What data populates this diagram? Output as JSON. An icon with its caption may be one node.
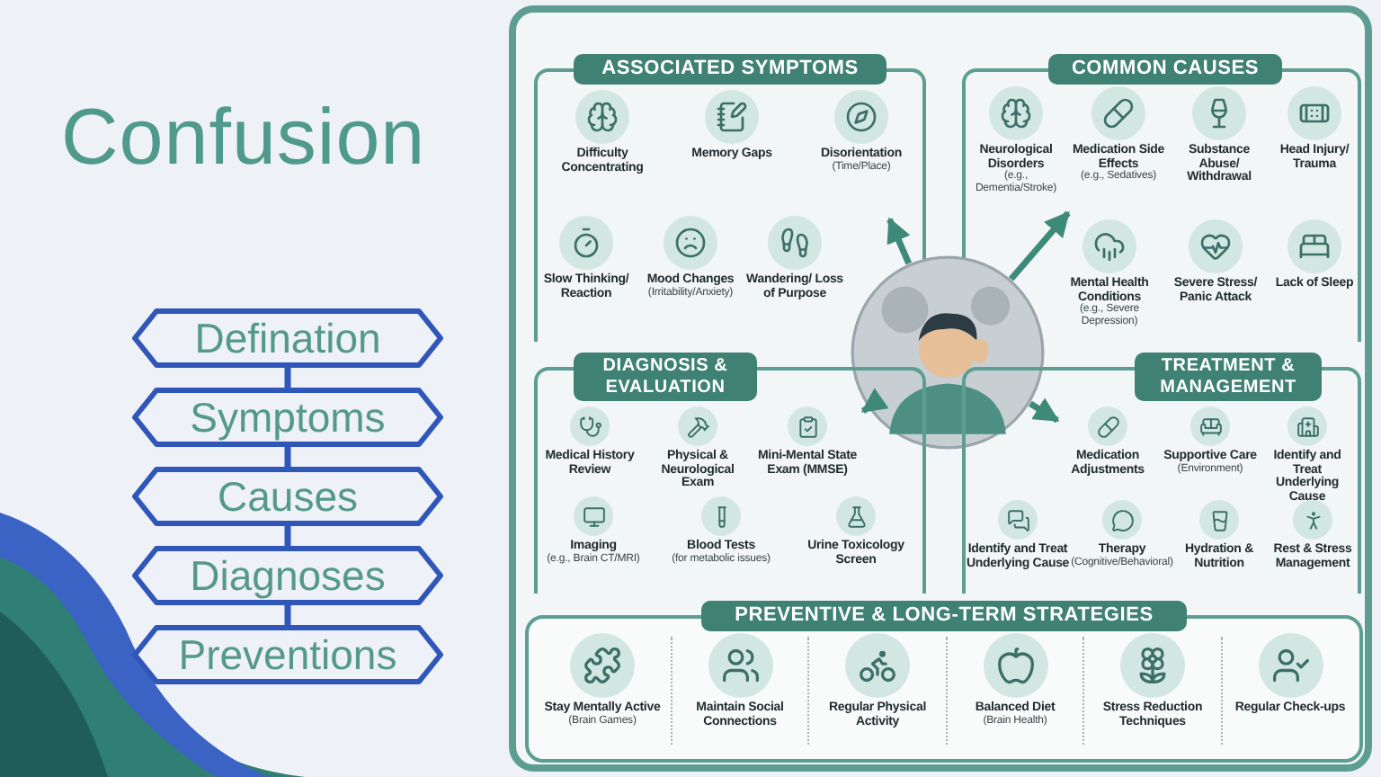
{
  "diagram": {
    "title": "Confusion",
    "nodes": [
      {
        "text": [
          "Defination"
        ]
      },
      {
        "text": [
          "Symptoms"
        ]
      },
      {
        "text": [
          "Causes"
        ]
      },
      {
        "text": [
          "Diagnoses"
        ]
      },
      {
        "text": [
          "Preventions"
        ]
      },
      {
        "text": [
          "ASSOCIATED SYMPTOMS"
        ]
      },
      {
        "text": [
          "Difficulty Concentrating"
        ],
        "in": 5
      },
      {
        "text": [
          "Memory Gaps"
        ],
        "in": 5
      },
      {
        "text": [
          "Disorientation",
          "(Time/Place)"
        ],
        "in": 5
      },
      {
        "text": [
          "Slow Thinking/ Reaction"
        ],
        "in": 5
      },
      {
        "text": [
          "Mood Changes",
          "(Irritability/Anxiety)"
        ],
        "in": 5
      },
      {
        "text": [
          "Wandering/ Loss of Purpose"
        ],
        "in": 5
      },
      {
        "text": [
          "COMMON CAUSES"
        ]
      },
      {
        "text": [
          "Neurological Disorders",
          "(e.g., Dementia/Stroke)"
        ],
        "in": 12
      },
      {
        "text": [
          "Medication Side Effects",
          "(e.g., Sedatives)"
        ],
        "in": 12
      },
      {
        "text": [
          "Substance Abuse/ Withdrawal"
        ],
        "in": 12
      },
      {
        "text": [
          "Head Injury/ Trauma"
        ],
        "in": 12
      },
      {
        "text": [
          "Mental Health Conditions",
          "(e.g., Severe Depression)"
        ],
        "in": 12
      },
      {
        "text": [
          "Severe Stress/ Panic Attack"
        ],
        "in": 12
      },
      {
        "text": [
          "Lack of Sleep"
        ],
        "in": 12
      },
      {
        "text": [],
        "shape": "picture"
      },
      {
        "text": [
          "DIAGNOSIS & EVALUATION"
        ]
      },
      {
        "text": [
          "Medical History Review"
        ],
        "in": 21
      },
      {
        "text": [
          "Physical & Neurological Exam"
        ],
        "in": 21
      },
      {
        "text": [
          "Mini-Mental State Exam (MMSE)"
        ],
        "in": 21
      },
      {
        "text": [
          "Imaging",
          "(e.g., Brain CT/MRI)"
        ],
        "in": 21
      },
      {
        "text": [
          "Blood Tests",
          "(for metabolic issues)"
        ],
        "in": 21
      },
      {
        "text": [
          "Urine Toxicology Screen"
        ],
        "in": 21
      },
      {
        "text": [
          "TREATMENT & MANAGEMENT"
        ]
      },
      {
        "text": [
          "Medication Adjustments"
        ],
        "in": 28
      },
      {
        "text": [
          "Supportive Care",
          "(Environment)"
        ],
        "in": 28
      },
      {
        "text": [
          "Identify and Treat Underlying Cause"
        ],
        "in": 28
      },
      {
        "text": [
          "Identify and Treat Underlying Cause"
        ],
        "in": 28
      },
      {
        "text": [
          "Therapy",
          "(Cognitive/Behavioral)"
        ],
        "in": 28
      },
      {
        "text": [
          "Hydration & Nutrition"
        ],
        "in": 28
      },
      {
        "text": [
          "Rest & Stress Management"
        ],
        "in": 28
      },
      {
        "text": [
          "PREVENTIVE & LONG-TERM STRATEGIES"
        ]
      },
      {
        "text": [
          "Stay Mentally Active",
          "(Brain Games)"
        ],
        "in": 36
      },
      {
        "text": [
          "Maintain Social Connections"
        ],
        "in": 36
      },
      {
        "text": [
          "Regular Physical Activity"
        ],
        "in": 36
      },
      {
        "text": [
          "Balanced Diet",
          "(Brain Health)"
        ],
        "in": 36
      },
      {
        "text": [
          "Stress Reduction Techniques"
        ],
        "in": 36
      },
      {
        "text": [
          "Regular Check-ups"
        ],
        "in": 36
      }
    ],
    "edges": [
      {
        "from": 0,
        "to": 1,
        "arrow": "none"
      },
      {
        "from": 1,
        "to": 2,
        "arrow": "none"
      },
      {
        "from": 2,
        "to": 3,
        "arrow": "none"
      },
      {
        "from": 3,
        "to": 4,
        "arrow": "none"
      },
      {
        "from": 20,
        "to": 8,
        "arrow": "to",
        "color": "#3e8a79"
      },
      {
        "from": 20,
        "to": 14,
        "arrow": "to",
        "color": "#3e8a79"
      },
      {
        "from": 20,
        "to": 24,
        "arrow": "to",
        "color": "#3e8a79"
      },
      {
        "from": 20,
        "to": 29,
        "arrow": "to",
        "color": "#3e8a79"
      }
    ]
  }
}
